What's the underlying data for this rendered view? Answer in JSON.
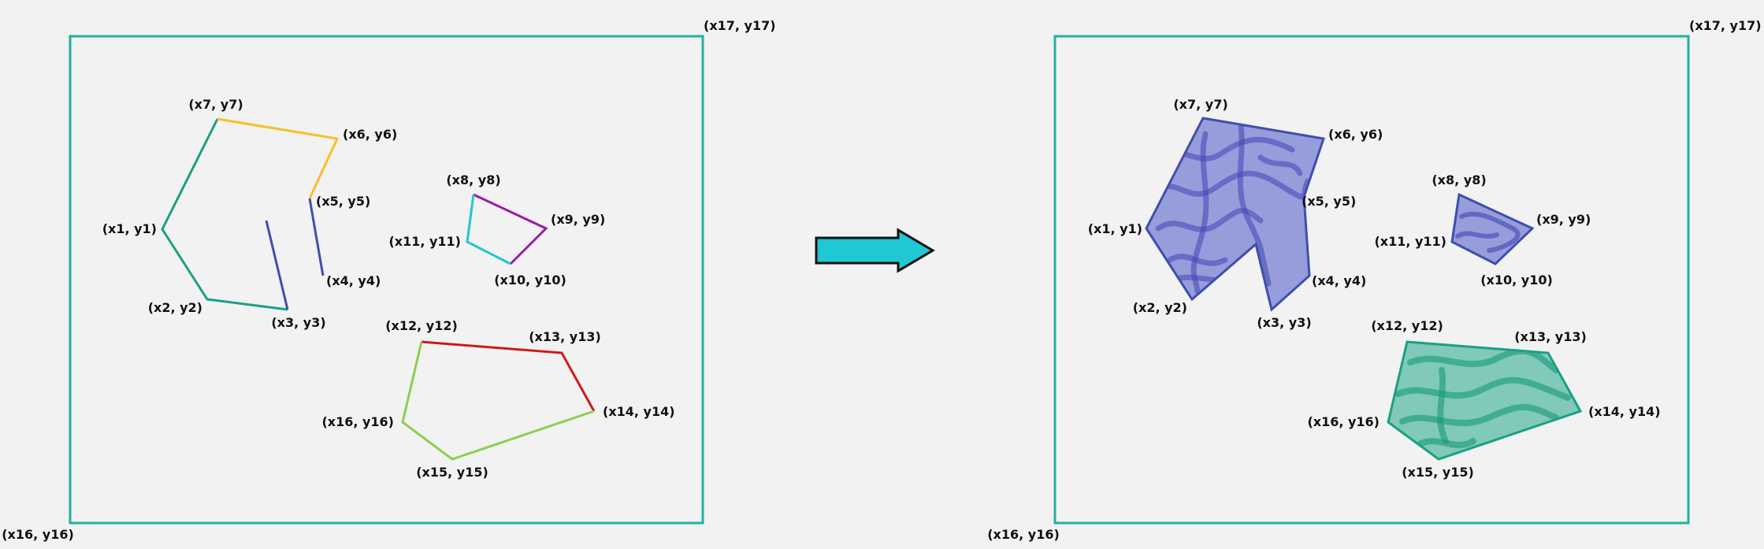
{
  "colors": {
    "background": "#f2f2f2",
    "frame": "#22b0a0",
    "green_edge": "#1aa083",
    "yellow_edge": "#f5c028",
    "blue_edge": "#3f4fad",
    "purple_edge": "#9a1aa8",
    "cyan_edge": "#22c5d2",
    "red_edge": "#d01818",
    "lime_edge": "#8ccf52",
    "fill_blue": "#4d55c8",
    "fill_green": "#25a888",
    "arrow_fill": "#1fc8d2"
  },
  "left_panel": {
    "labels": {
      "p1": "(x1, y1)",
      "p2": "(x2, y2)",
      "p3": "(x3, y3)",
      "p4": "(x4, y4)",
      "p5": "(x5, y5)",
      "p6": "(x6, y6)",
      "p7": "(x7, y7)",
      "p8": "(x8, y8)",
      "p9": "(x9, y9)",
      "p10": "(x10, y10)",
      "p11": "(x11, y11)",
      "p12": "(x12, y12)",
      "p13": "(x13, y13)",
      "p14": "(x14, y14)",
      "p15": "(x15, y15)",
      "p16": "(x16, y16)",
      "corner_bottom_left": "(x16, y16)",
      "corner_top_right": "(x17, y17)"
    }
  },
  "right_panel": {
    "labels": {
      "p1": "(x1, y1)",
      "p2": "(x2, y2)",
      "p3": "(x3, y3)",
      "p4": "(x4, y4)",
      "p5": "(x5, y5)",
      "p6": "(x6, y6)",
      "p7": "(x7, y7)",
      "p8": "(x8, y8)",
      "p9": "(x9, y9)",
      "p10": "(x10, y10)",
      "p11": "(x11, y11)",
      "p12": "(x12, y12)",
      "p13": "(x13, y13)",
      "p14": "(x14, y14)",
      "p15": "(x15, y15)",
      "p16": "(x16, y16)",
      "corner_bottom_left": "(x16, y16)",
      "corner_top_right": "(x17, y17)"
    }
  },
  "arrow": {
    "icon": "right-arrow-icon"
  }
}
